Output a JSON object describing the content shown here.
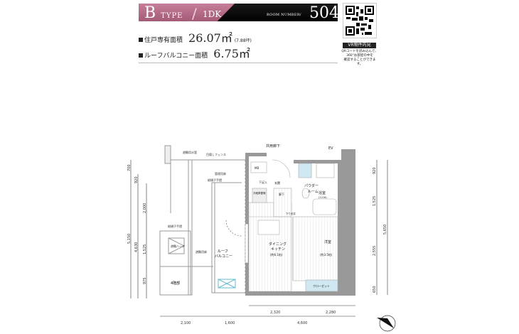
{
  "header": {
    "type_letter": "B",
    "type_word": "TYPE",
    "slash": "/",
    "layout": "1DK",
    "room_number_label": "ROOM NUMBER/",
    "room_number": "504"
  },
  "specs": [
    {
      "label": "住戸専有面積",
      "value": "26.07㎡",
      "note": "(7.88坪)"
    },
    {
      "label": "ルーフバルコニー面積",
      "value": "6.75㎡"
    }
  ],
  "vr": {
    "title": "VR物件内見",
    "note_lines": [
      "QRコードを読み込んで、",
      "360°お部屋の中を",
      "確認することができます。"
    ]
  },
  "plan": {
    "rooms": {
      "corridor": "共用廊下",
      "ev": "EV",
      "mb": "MB",
      "shoebox": "下足入",
      "entrance": "玄関",
      "hall": "廊下",
      "fridge": "冷蔵庫置場",
      "powder": [
        "パウダー",
        "ルーム"
      ],
      "bath": "浴室",
      "bath_size": "(1216)",
      "dk": [
        "ダイニング",
        "キッチン"
      ],
      "dk_size": "(約6.1帖)",
      "western": "洋室",
      "western_size": "(約3.5帖)",
      "closet": "クローゼット",
      "roof_balcony": [
        "ルーフ",
        "バルコニー"
      ],
      "room4": "4階部",
      "lower_drop": "下り天井"
    },
    "annotations": [
      "避難用水管",
      "目隠しフェンス",
      "管理用扉",
      "縦樋子手摺",
      "縦樋子手摺",
      "避難用扉",
      "避難ハッチ"
    ],
    "dims_left": [
      "700",
      "920",
      "2,000",
      "5,150",
      "4,630",
      "1,525",
      "975"
    ],
    "dims_right": [
      "920",
      "1,525",
      "5,650",
      "2,555",
      "650"
    ],
    "dims_bottom": [
      "2,320",
      "2,280",
      "4,600",
      "2,100",
      "1,600"
    ]
  }
}
